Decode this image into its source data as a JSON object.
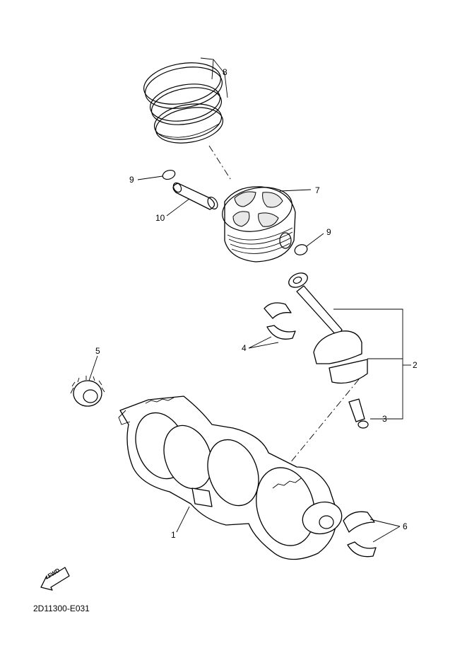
{
  "callouts": [
    {
      "id": "1",
      "label": "1"
    },
    {
      "id": "2",
      "label": "2"
    },
    {
      "id": "3",
      "label": "3"
    },
    {
      "id": "4",
      "label": "4"
    },
    {
      "id": "5",
      "label": "5"
    },
    {
      "id": "6",
      "label": "6"
    },
    {
      "id": "7",
      "label": "7"
    },
    {
      "id": "8",
      "label": "8"
    },
    {
      "id": "9a",
      "label": "9"
    },
    {
      "id": "9b",
      "label": "9"
    },
    {
      "id": "10",
      "label": "10"
    }
  ],
  "fwd_badge": {
    "label": "FWD",
    "icon": "fwd-arrow-icon"
  },
  "drawing_code": "2D11300-E031",
  "colors": {
    "line": "#000000",
    "background": "#ffffff"
  }
}
